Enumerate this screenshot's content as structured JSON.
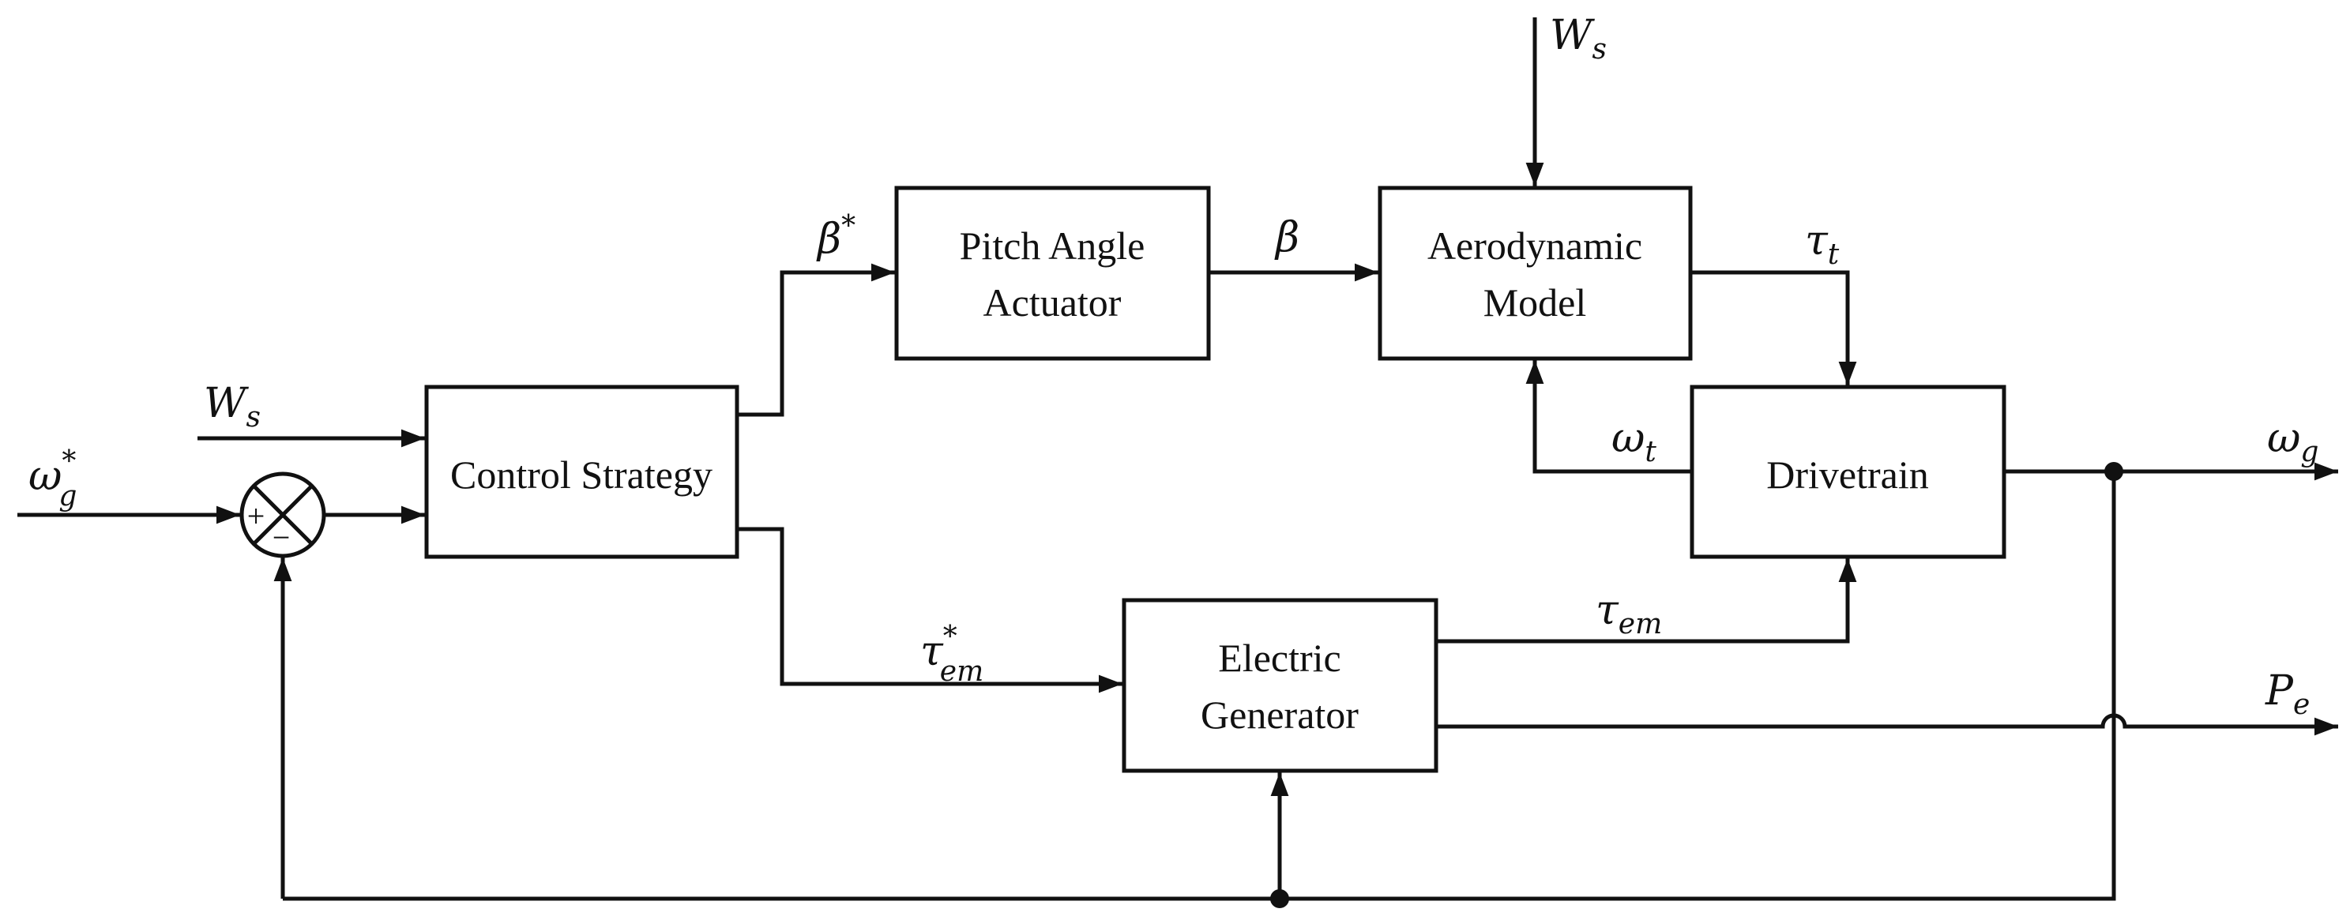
{
  "blocks": {
    "pitch": [
      "Pitch Angle",
      "Actuator"
    ],
    "aero": [
      "Aerodynamic",
      "Model"
    ],
    "control": "Control Strategy",
    "drivetrain": "Drivetrain",
    "generator": [
      "Electric",
      "Generator"
    ]
  },
  "signals": {
    "ws": {
      "base": "W",
      "sub": "s"
    },
    "beta_ref": {
      "base": "β",
      "sup": "*"
    },
    "beta": {
      "base": "β"
    },
    "tau_t": {
      "base": "τ",
      "sub": "t"
    },
    "omega_t": {
      "base": "ω",
      "sub": "t"
    },
    "omega_g": {
      "base": "ω",
      "sub": "g"
    },
    "omega_g_ref": {
      "base": "ω",
      "sub": "g",
      "sup": "*"
    },
    "tau_em": {
      "base": "τ",
      "sub": "em"
    },
    "tau_em_ref": {
      "base": "τ",
      "sub": "em",
      "sup": "*"
    },
    "pe": {
      "base": "P",
      "sub": "e"
    }
  },
  "summing_junction": {
    "plus": "+",
    "minus": "−"
  }
}
